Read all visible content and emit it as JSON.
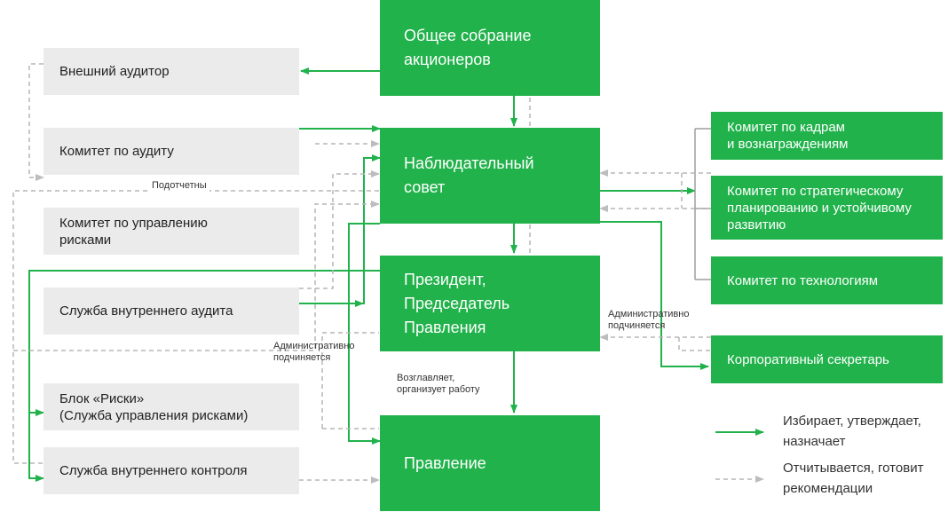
{
  "nodes": {
    "shareholders_meeting": "Общее собрание\nакционеров",
    "supervisory_board": "Наблюдательный\nсовет",
    "president": "Президент,\nПредседатель\nПравления",
    "management_board": "Правление",
    "external_auditor": "Внешний аудитор",
    "audit_committee": "Комитет по аудиту",
    "risk_committee": "Комитет по управлению\nрисками",
    "internal_audit": "Служба внутреннего аудита",
    "risk_block": "Блок «Риски»\n(Служба управления рисками)",
    "internal_control": "Служба внутреннего контроля",
    "hr_committee": "Комитет по кадрам\nи вознаграждениям",
    "strategy_committee": "Комитет по стратегическому\nпланированию и устойчивому\nразвитию",
    "tech_committee": "Комитет  по технологиям",
    "corporate_secretary": "Корпоративный секретарь"
  },
  "annotations": {
    "accountable": "Подотчетны",
    "admin_left": "Административно\nподчиняется",
    "admin_right": "Административно\nподчиняется",
    "leads": "Возглавляет,\nорганизует работу"
  },
  "legend": {
    "solid": "Избирает, утверждает,\nназначает",
    "dashed": "Отчитывается, готовит\nрекомендации"
  },
  "colors": {
    "green": "#21b24b",
    "gray_box": "#ebebeb",
    "dashed_line": "#b5b5b5"
  }
}
